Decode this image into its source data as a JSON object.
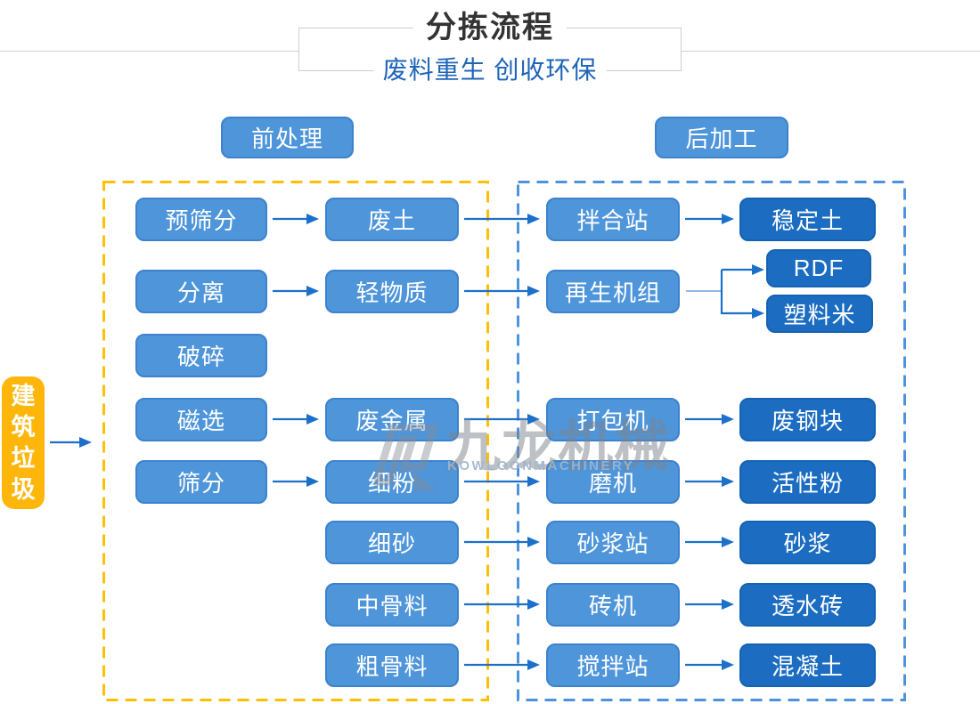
{
  "header": {
    "title": "分拣流程",
    "subtitle": "废料重生 创收环保",
    "title_color": "#333333",
    "subtitle_color": "#1e64b8"
  },
  "sections": {
    "pre_label": "前处理",
    "post_label": "后加工"
  },
  "source_node": {
    "label": "建筑垃圾",
    "color": "#ffb60a"
  },
  "watermark": {
    "cn": "九龙机械",
    "en": "KOWLOONMACHINERY"
  },
  "colors": {
    "node_medium": "#4e95da",
    "node_dark": "#1c6dc1",
    "arrow": "#1c70ca",
    "pre_dashed_border": "#ffbf07",
    "post_dashed_border": "#4d92dc"
  },
  "flow": {
    "stage1": [
      "预筛分",
      "分离",
      "破碎",
      "磁选",
      "筛分"
    ],
    "stage2": [
      "废土",
      "轻物质",
      "废金属",
      "细粉",
      "细砂",
      "中骨料",
      "粗骨料"
    ],
    "stage3": [
      "拌合站",
      "再生机组",
      "打包机",
      "磨机",
      "砂浆站",
      "砖机",
      "搅拌站"
    ],
    "stage4": [
      "稳定土",
      "RDF",
      "塑料米",
      "废钢块",
      "活性粉",
      "砂浆",
      "透水砖",
      "混凝土"
    ],
    "edges": [
      "建筑垃圾→前处理",
      "预筛分→废土",
      "分离→轻物质",
      "磁选→废金属",
      "筛分→细粉",
      "废土→拌合站",
      "轻物质→再生机组",
      "废金属→打包机",
      "细粉→磨机",
      "细砂→砂浆站",
      "中骨料→砖机",
      "粗骨料→搅拌站",
      "拌合站→稳定土",
      "再生机组→RDF",
      "再生机组→塑料米",
      "打包机→废钢块",
      "磨机→活性粉",
      "砂浆站→砂浆",
      "砖机→透水砖",
      "搅拌站→混凝土"
    ]
  }
}
